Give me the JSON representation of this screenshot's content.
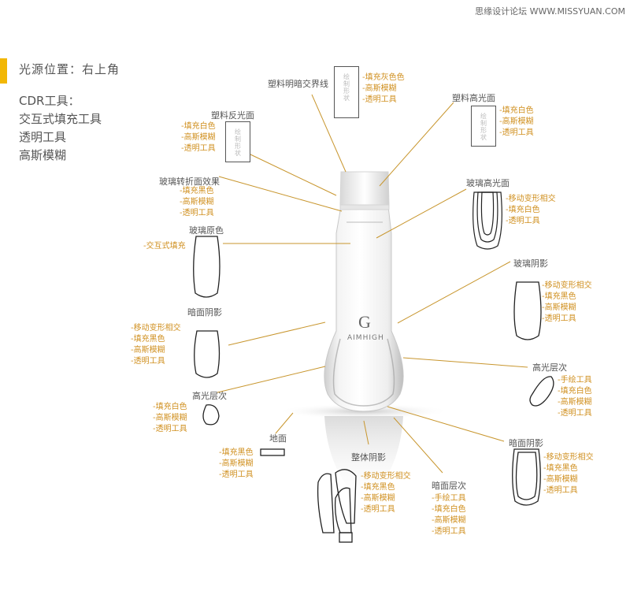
{
  "watermark": "思缘设计论坛 WWW.MISSYUAN.COM",
  "light_position": "光源位置：右上角",
  "cdr_title": "CDR工具：",
  "cdr_tools": [
    "交互式填充工具",
    "透明工具",
    "高斯模糊"
  ],
  "accent_color": "#d09020",
  "brand_color": "#f2b705",
  "bottle": {
    "logo_letter": "G",
    "brand": "AIMHIGH"
  },
  "sections": {
    "shadow_line": {
      "title": "塑料明暗交界线",
      "box_text": "绘制形状",
      "tips": [
        "填充灰色色",
        "高斯模糊",
        "透明工具"
      ]
    },
    "plastic_highlight": {
      "title": "塑料高光面",
      "box_text": "绘制形状",
      "tips": [
        "填充白色",
        "高斯模糊",
        "透明工具"
      ]
    },
    "plastic_reflect": {
      "title": "塑料反光面",
      "box_text": "绘制形状",
      "tips": [
        "填充白色",
        "高斯模糊",
        "透明工具"
      ]
    },
    "glass_fold": {
      "title": "玻璃转折面效果",
      "tips": [
        "填充黑色",
        "高斯模糊",
        "透明工具"
      ]
    },
    "glass_base": {
      "title": "玻璃原色",
      "tips": [
        "交互式填充"
      ]
    },
    "glass_highlight": {
      "title": "玻璃高光面",
      "tips": [
        "移动变形相交",
        "填充白色",
        "透明工具"
      ]
    },
    "glass_shadow": {
      "title": "玻璃阴影",
      "tips": [
        "移动变形相交",
        "填充黑色",
        "高斯模糊",
        "透明工具"
      ]
    },
    "dark_shadow_left": {
      "title": "暗面阴影",
      "tips": [
        "移动变形相交",
        "填充黑色",
        "高斯模糊",
        "透明工具"
      ]
    },
    "highlight_layer_right": {
      "title": "高光层次",
      "tips": [
        "手绘工具",
        "填充白色",
        "高斯模糊",
        "透明工具"
      ]
    },
    "highlight_layer_left": {
      "title": "高光层次",
      "tips": [
        "填充白色",
        "高斯模糊",
        "透明工具"
      ]
    },
    "dark_shadow_right": {
      "title": "暗面阴影",
      "tips": [
        "移动变形相交",
        "填充黑色",
        "高斯模糊",
        "透明工具"
      ]
    },
    "ground": {
      "title": "地面",
      "tips": [
        "填充黑色",
        "高斯模糊",
        "透明工具"
      ]
    },
    "overall_shadow": {
      "title": "整体阴影",
      "tips": [
        "移动变形相交",
        "填充黑色",
        "高斯模糊",
        "透明工具"
      ]
    },
    "dark_layer": {
      "title": "暗面层次",
      "tips": [
        "手绘工具",
        "填充白色",
        "高斯模糊",
        "透明工具"
      ]
    }
  }
}
